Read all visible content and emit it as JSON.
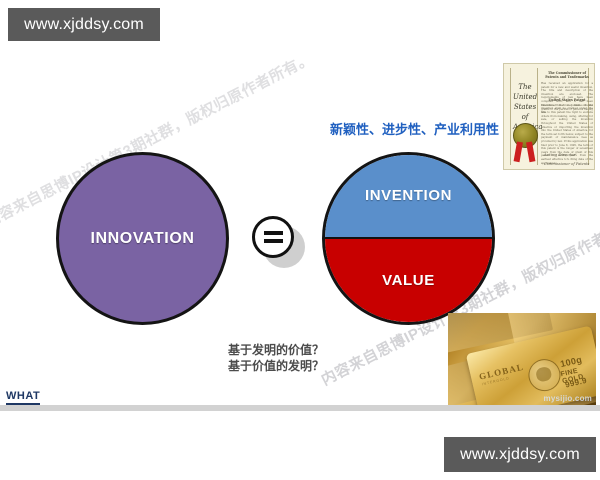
{
  "watermarks": {
    "top_url": "www.xjddsy.com",
    "bottom_url": "www.xjddsy.com",
    "diagonal_text": "内容来自思博IP设计第3期社群，版权归原作者所有。",
    "photo_credit": "mysijio.com"
  },
  "slide": {
    "footer_label": "WHAT",
    "left_circle": {
      "label": "INNOVATION",
      "color": "#7a63a3"
    },
    "operator": {
      "symbol": "=",
      "name": "equals-sign"
    },
    "right_circle": {
      "top_half": {
        "label": "INVENTION",
        "color": "#5a8fcb"
      },
      "bottom_half": {
        "label": "VALUE",
        "color": "#c80000"
      }
    },
    "criteria_headline": "新颖性、进步性、产业利用性",
    "criteria_color": "#2060c0",
    "questions": [
      "基于发明的价值？",
      "基于价值的发明？"
    ]
  },
  "certificate": {
    "country_lines": "The\nUnited\nStates\nof\nAmerica",
    "heading": "The Commissioner of Patents and Trademarks",
    "body": "Has received an application for a patent for a new and useful invention. The title and description of the invention are enclosed. The requirements of law have been complied with, and it has been determined that a patent on the invention shall be granted under the law.",
    "subheading": "United States Patent",
    "body2": "Therefore this United States Patent grants to the person or persons having title to this patent the right to exclude others from making, using, offering for sale, or selling the invention throughout the United States of America or importing the invention into the United States of America, for the term set forth below, subject to the payment of maintenance fees as provided by law. If this application was filed prior to June 8, 1995, the term of this patent is the longer of seventeen years from the date of grant of this patent or twenty years from the earliest effective U.S. filing date of the application.",
    "signature": "Acting Director",
    "signature2": "Commissioner of Patents",
    "seal_color": "#8f8422",
    "ribbon_color": "#cc1f1f"
  },
  "gold_photo": {
    "brand": "GLOBAL",
    "brand_sub": "INTERGOLD",
    "weight": "100g",
    "purity": "FINE GOLD",
    "fineness": "999.9"
  }
}
